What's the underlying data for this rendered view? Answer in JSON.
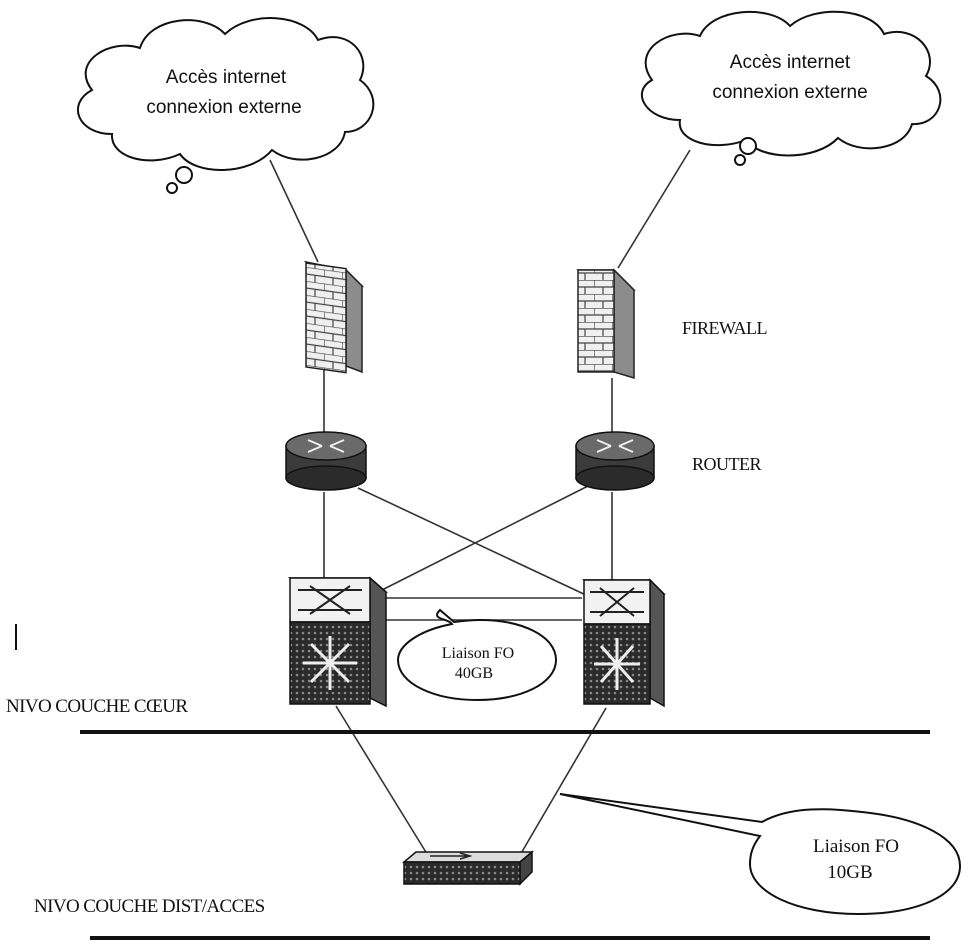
{
  "clouds": {
    "left": {
      "line1": "Accès internet",
      "line2": "connexion externe"
    },
    "right": {
      "line1": "Accès internet",
      "line2": "connexion externe"
    }
  },
  "labels": {
    "firewall": "FIREWALL",
    "router": "ROUTER",
    "core_layer": "NIVO COUCHE CŒUR",
    "dist_layer": "NIVO COUCHE DIST/ACCES"
  },
  "callouts": {
    "fo_40": {
      "line1": "Liaison FO",
      "line2": "40GB"
    },
    "fo_10": {
      "line1": "Liaison FO",
      "line2": "10GB"
    }
  },
  "colors": {
    "device_dark": "#3a3a3a",
    "device_light": "#f2f2f2",
    "line": "#333333"
  }
}
